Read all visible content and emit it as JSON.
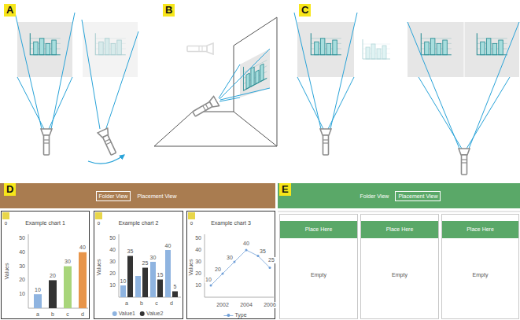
{
  "diagram": {
    "nodes": [
      {
        "text": [
          "A"
        ]
      },
      {
        "text": [
          "B"
        ]
      },
      {
        "text": [
          "C"
        ]
      },
      {
        "text": [
          "D"
        ]
      },
      {
        "text": [
          "Folder View"
        ]
      },
      {
        "text": [
          "Placement View"
        ]
      },
      {
        "text": [
          "Example chart 1"
        ]
      },
      {
        "text": [
          "0"
        ],
        "in": 6
      },
      {
        "text": [
          "Example chart 2"
        ]
      },
      {
        "text": [
          "0"
        ],
        "in": 8
      },
      {
        "text": [
          "Example chart 3"
        ]
      },
      {
        "text": [
          "0"
        ],
        "in": 10
      },
      {
        "text": [
          "E"
        ]
      },
      {
        "text": [
          "Folder View"
        ]
      },
      {
        "text": [
          "Placement View"
        ]
      },
      {
        "text": [
          "Place Here",
          "Empty"
        ]
      },
      {
        "text": [
          "Place Here",
          "Empty"
        ]
      },
      {
        "text": [
          "Place Here",
          "Empty"
        ]
      }
    ],
    "labels": [
      "50",
      "40",
      "30",
      "20",
      "10",
      "Values",
      "a",
      "b",
      "c",
      "d",
      "10",
      "20",
      "30",
      "40",
      "50",
      "40",
      "30",
      "20",
      "10",
      "Values",
      "a",
      "b",
      "c",
      "d",
      "10",
      "35",
      "25",
      "30",
      "15",
      "40",
      "5",
      "50",
      "40",
      "30",
      "20",
      "10",
      "Values",
      "2002",
      "2004",
      "2006",
      "10",
      "20",
      "30",
      "40",
      "35",
      "25"
    ],
    "legend": [
      {
        "text": "Value1",
        "color": "#8fb4e0"
      },
      {
        "text": "Value2",
        "color": "#333333"
      },
      {
        "text": "Type"
      }
    ]
  }
}
